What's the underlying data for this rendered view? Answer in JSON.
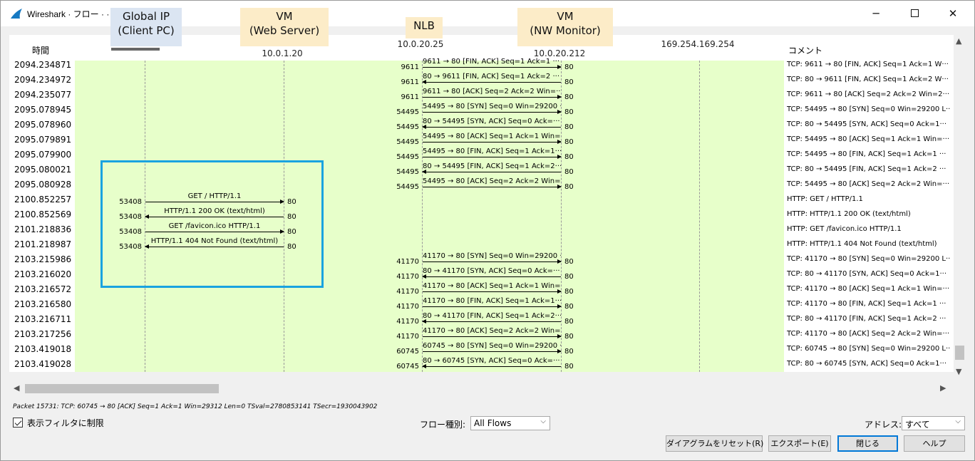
{
  "window": {
    "title": "Wireshark · フロー · ·",
    "minimize_glyph": "─",
    "close_glyph": "✕"
  },
  "diagram": {
    "time_header": "時間",
    "comment_header": "コメント",
    "nodes": [
      {
        "id": "client",
        "addr": ""
      },
      {
        "id": "web",
        "addr": "10.0.1.20"
      },
      {
        "id": "nlb",
        "addr": "10.0.20.25"
      },
      {
        "id": "monitor",
        "addr": "10.0.20.212"
      },
      {
        "id": "metadata",
        "addr": "169.254.169.254"
      }
    ],
    "callouts": {
      "client": "Global IP\n(Client PC)",
      "web": "VM\n(Web Server)",
      "nlb": "NLB",
      "monitor": "VM\n(NW Monitor)"
    },
    "rows": [
      {
        "time": "2094.234871",
        "from": "nlb",
        "to": "monitor",
        "sport": "9611",
        "dport": "80",
        "label": "9611 → 80 [FIN, ACK] Seq=1 Ack=1 ···",
        "comment": "TCP: 9611 → 80 [FIN, ACK] Seq=1 Ack=1 W···"
      },
      {
        "time": "2094.234972",
        "from": "monitor",
        "to": "nlb",
        "sport": "9611",
        "dport": "80",
        "label": "80 → 9611 [FIN, ACK] Seq=1 Ack=2 ···",
        "comment": "TCP: 80 → 9611 [FIN, ACK] Seq=1 Ack=2 W···"
      },
      {
        "time": "2094.235077",
        "from": "nlb",
        "to": "monitor",
        "sport": "9611",
        "dport": "80",
        "label": "9611 → 80 [ACK] Seq=2 Ack=2 Win=···",
        "comment": "TCP: 9611 → 80 [ACK] Seq=2 Ack=2 Win=2···"
      },
      {
        "time": "2095.078945",
        "from": "nlb",
        "to": "monitor",
        "sport": "54495",
        "dport": "80",
        "label": "54495 → 80 [SYN] Seq=0 Win=29200 ···",
        "comment": "TCP: 54495 → 80 [SYN] Seq=0 Win=29200 L···"
      },
      {
        "time": "2095.078960",
        "from": "monitor",
        "to": "nlb",
        "sport": "54495",
        "dport": "80",
        "label": "80 → 54495 [SYN, ACK] Seq=0 Ack=···",
        "comment": "TCP: 80 → 54495 [SYN, ACK] Seq=0 Ack=1···"
      },
      {
        "time": "2095.079891",
        "from": "nlb",
        "to": "monitor",
        "sport": "54495",
        "dport": "80",
        "label": "54495 → 80 [ACK] Seq=1 Ack=1 Win=···",
        "comment": "TCP: 54495 → 80 [ACK] Seq=1 Ack=1 Win=···"
      },
      {
        "time": "2095.079900",
        "from": "nlb",
        "to": "monitor",
        "sport": "54495",
        "dport": "80",
        "label": "54495 → 80 [FIN, ACK] Seq=1 Ack=1···",
        "comment": "TCP: 54495 → 80 [FIN, ACK] Seq=1 Ack=1 ···"
      },
      {
        "time": "2095.080021",
        "from": "monitor",
        "to": "nlb",
        "sport": "54495",
        "dport": "80",
        "label": "80 → 54495 [FIN, ACK] Seq=1 Ack=2···",
        "comment": "TCP: 80 → 54495 [FIN, ACK] Seq=1 Ack=2 ···"
      },
      {
        "time": "2095.080928",
        "from": "nlb",
        "to": "monitor",
        "sport": "54495",
        "dport": "80",
        "label": "54495 → 80 [ACK] Seq=2 Ack=2 Win=···",
        "comment": "TCP: 54495 → 80 [ACK] Seq=2 Ack=2 Win=···"
      },
      {
        "time": "2100.852257",
        "from": "client",
        "to": "web",
        "sport": "53408",
        "dport": "80",
        "label": "GET / HTTP/1.1",
        "comment": "HTTP: GET / HTTP/1.1"
      },
      {
        "time": "2100.852569",
        "from": "web",
        "to": "client",
        "sport": "53408",
        "dport": "80",
        "label": "HTTP/1.1 200 OK  (text/html)",
        "comment": "HTTP: HTTP/1.1 200 OK  (text/html)"
      },
      {
        "time": "2101.218836",
        "from": "client",
        "to": "web",
        "sport": "53408",
        "dport": "80",
        "label": "GET /favicon.ico HTTP/1.1",
        "comment": "HTTP: GET /favicon.ico HTTP/1.1"
      },
      {
        "time": "2101.218987",
        "from": "web",
        "to": "client",
        "sport": "53408",
        "dport": "80",
        "label": "HTTP/1.1 404 Not Found  (text/html)",
        "comment": "HTTP: HTTP/1.1 404 Not Found  (text/html)"
      },
      {
        "time": "2103.215986",
        "from": "nlb",
        "to": "monitor",
        "sport": "41170",
        "dport": "80",
        "label": "41170 → 80 [SYN] Seq=0 Win=29200 ···",
        "comment": "TCP: 41170 → 80 [SYN] Seq=0 Win=29200 L···"
      },
      {
        "time": "2103.216020",
        "from": "monitor",
        "to": "nlb",
        "sport": "41170",
        "dport": "80",
        "label": "80 → 41170 [SYN, ACK] Seq=0 Ack=···",
        "comment": "TCP: 80 → 41170 [SYN, ACK] Seq=0 Ack=1···"
      },
      {
        "time": "2103.216572",
        "from": "nlb",
        "to": "monitor",
        "sport": "41170",
        "dport": "80",
        "label": "41170 → 80 [ACK] Seq=1 Ack=1 Win=···",
        "comment": "TCP: 41170 → 80 [ACK] Seq=1 Ack=1 Win=···"
      },
      {
        "time": "2103.216580",
        "from": "nlb",
        "to": "monitor",
        "sport": "41170",
        "dport": "80",
        "label": "41170 → 80 [FIN, ACK] Seq=1 Ack=1···",
        "comment": "TCP: 41170 → 80 [FIN, ACK] Seq=1 Ack=1 ···"
      },
      {
        "time": "2103.216711",
        "from": "monitor",
        "to": "nlb",
        "sport": "41170",
        "dport": "80",
        "label": "80 → 41170 [FIN, ACK] Seq=1 Ack=2···",
        "comment": "TCP: 80 → 41170 [FIN, ACK] Seq=1 Ack=2 ···"
      },
      {
        "time": "2103.217256",
        "from": "nlb",
        "to": "monitor",
        "sport": "41170",
        "dport": "80",
        "label": "41170 → 80 [ACK] Seq=2 Ack=2 Win=···",
        "comment": "TCP: 41170 → 80 [ACK] Seq=2 Ack=2 Win=···"
      },
      {
        "time": "2103.419018",
        "from": "nlb",
        "to": "monitor",
        "sport": "60745",
        "dport": "80",
        "label": "60745 → 80 [SYN] Seq=0 Win=29200 ···",
        "comment": "TCP: 60745 → 80 [SYN] Seq=0 Win=29200 L···"
      },
      {
        "time": "2103.419028",
        "from": "monitor",
        "to": "nlb",
        "sport": "60745",
        "dport": "80",
        "label": "80 → 60745 [SYN, ACK] Seq=0 Ack=···",
        "comment": "TCP: 80 → 60745 [SYN, ACK] Seq=0 Ack=1···"
      }
    ]
  },
  "status": {
    "packet_info": "Packet 15731: TCP: 60745 → 80 [ACK] Seq=1 Ack=1 Win=29312 Len=0 TSval=2780853141 TSecr=1930043902"
  },
  "controls": {
    "limit_filter_label": "表示フィルタに制限",
    "limit_filter_checked": true,
    "flow_type_label": "フロー種別:",
    "flow_type_value": "All Flows",
    "address_label": "アドレス:",
    "address_value": "すべて",
    "reset_button": "ダイアグラムをリセット(R)",
    "export_button": "エクスポート(E)",
    "close_button": "閉じる",
    "help_button": "ヘルプ"
  },
  "colors": {
    "diagram_background": "#e7ffca",
    "highlight_box": "#1aa3e0",
    "callout_yellow": "#fcecc8",
    "callout_blue": "#dbe5f2",
    "accent": "#0078d7"
  }
}
